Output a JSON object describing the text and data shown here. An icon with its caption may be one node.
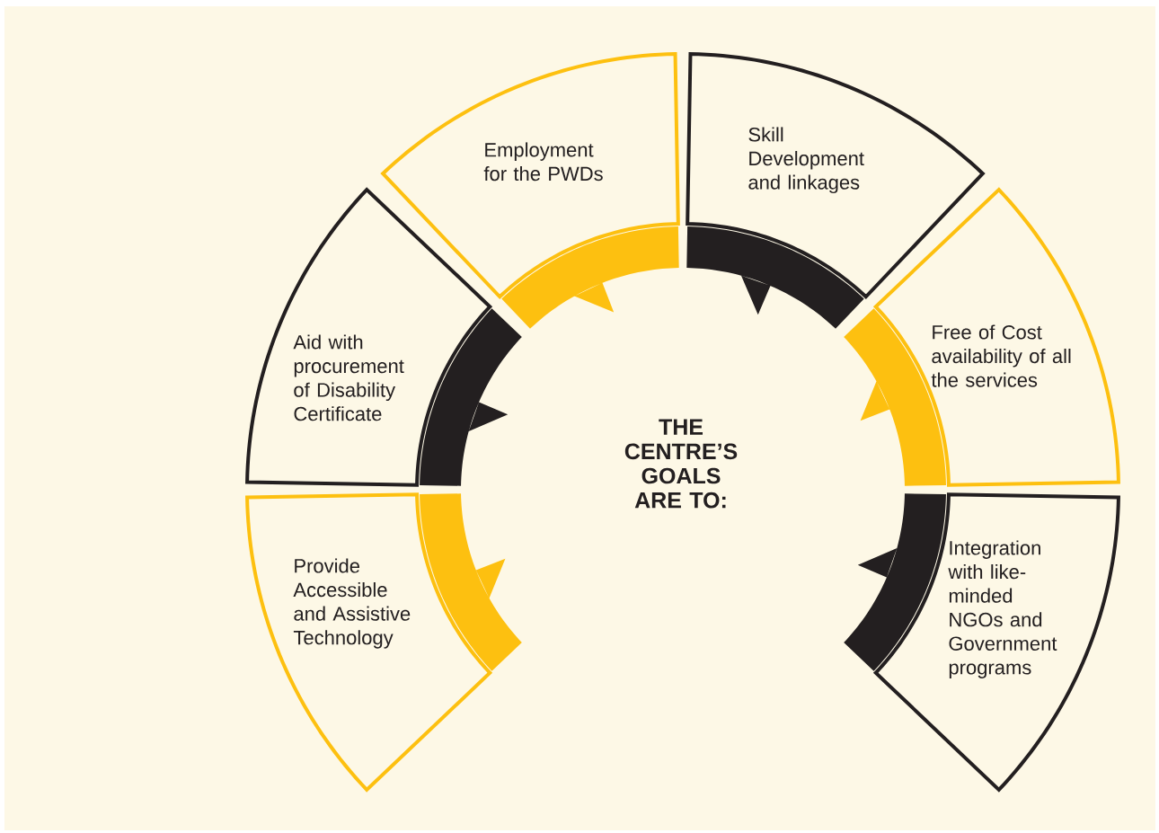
{
  "diagram": {
    "title": "THE CENTRE’S GOALS ARE TO:",
    "nodes": [
      {
        "text": [
          "Aid with procurement of Disability Certificate"
        ]
      },
      {
        "text": [
          "Employment for the PWDs"
        ]
      },
      {
        "text": [
          "Skill Development and linkages"
        ]
      },
      {
        "text": [
          "Free of Cost availability of all the services"
        ]
      },
      {
        "text": [
          "Integration with like-minded NGOs and Government programs"
        ]
      },
      {
        "text": [
          "Provide Accessible and Assistive Technology"
        ]
      }
    ]
  }
}
